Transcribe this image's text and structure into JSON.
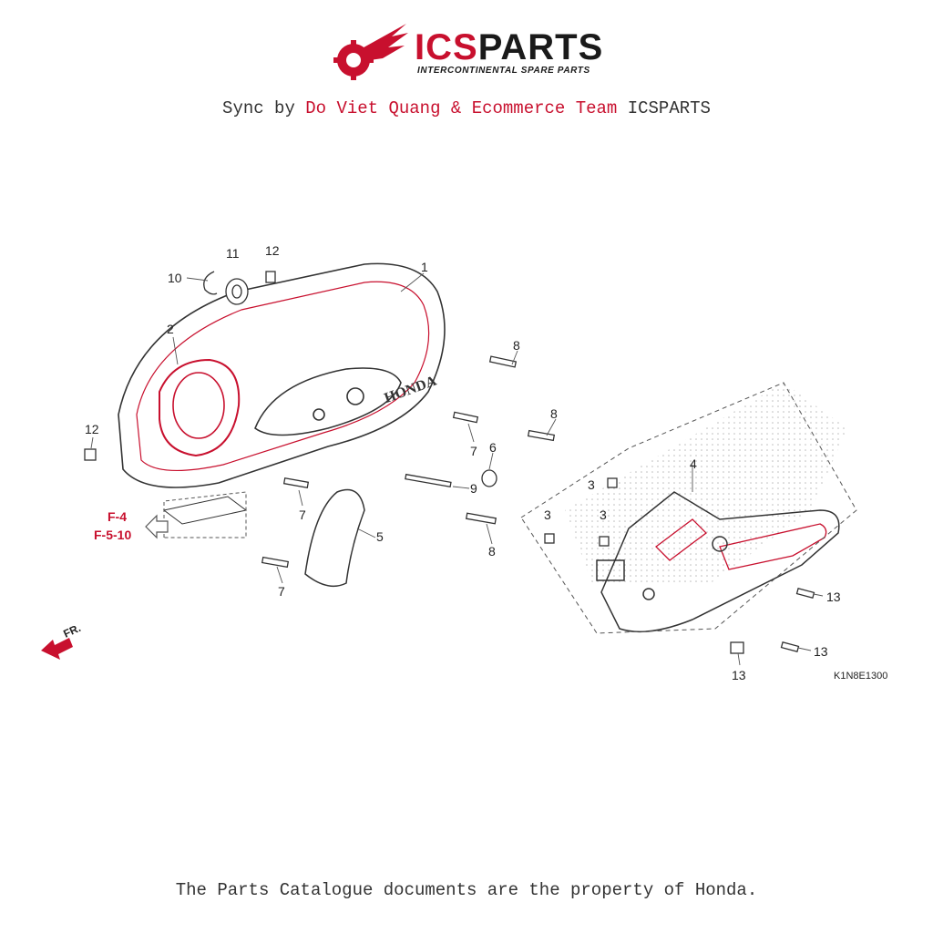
{
  "brand": {
    "name_part1": "ICS",
    "name_part2": "PARTS",
    "tagline": "INTERCONTINENTAL SPARE PARTS",
    "accent_color": "#c8102e"
  },
  "sync_line": {
    "prefix": "Sync by ",
    "highlight": "Do Viet Quang & Ecommerce Team",
    "suffix": " ICSPARTS"
  },
  "diagram": {
    "callouts": [
      "1",
      "2",
      "3",
      "3",
      "3",
      "4",
      "5",
      "6",
      "7",
      "7",
      "7",
      "8",
      "8",
      "8",
      "9",
      "10",
      "11",
      "12",
      "12",
      "13",
      "13",
      "13"
    ],
    "references": [
      "F-4",
      "F-5-10"
    ],
    "front_label": "FR.",
    "diagram_code": "K1N8E1300",
    "logo_text": "HONDA"
  },
  "footer": {
    "text": "The Parts Catalogue documents are the property of Honda."
  }
}
